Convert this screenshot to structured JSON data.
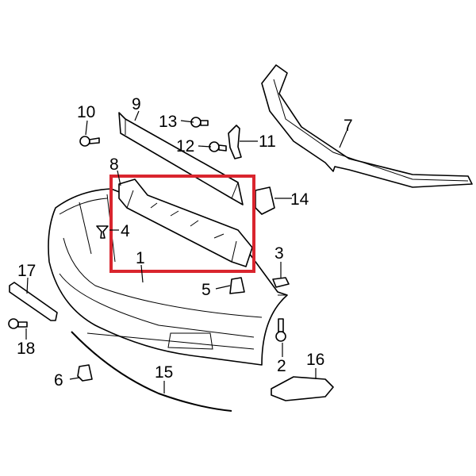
{
  "diagram": {
    "highlight_color": "#d9252e",
    "callouts": [
      {
        "id": "c1",
        "label": "1"
      },
      {
        "id": "c2",
        "label": "2"
      },
      {
        "id": "c3",
        "label": "3"
      },
      {
        "id": "c4",
        "label": "4"
      },
      {
        "id": "c5",
        "label": "5"
      },
      {
        "id": "c6",
        "label": "6"
      },
      {
        "id": "c7",
        "label": "7"
      },
      {
        "id": "c8",
        "label": "8"
      },
      {
        "id": "c9",
        "label": "9"
      },
      {
        "id": "c10",
        "label": "10"
      },
      {
        "id": "c11",
        "label": "11"
      },
      {
        "id": "c12",
        "label": "12"
      },
      {
        "id": "c13",
        "label": "13"
      },
      {
        "id": "c14",
        "label": "14"
      },
      {
        "id": "c15",
        "label": "15"
      },
      {
        "id": "c16",
        "label": "16"
      },
      {
        "id": "c17",
        "label": "17"
      },
      {
        "id": "c18",
        "label": "18"
      }
    ]
  }
}
